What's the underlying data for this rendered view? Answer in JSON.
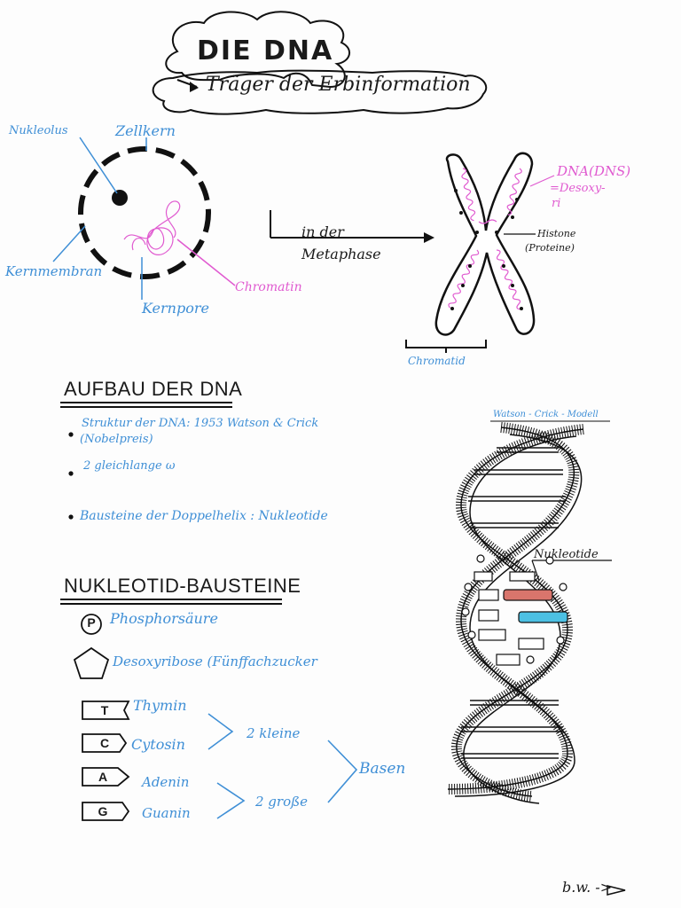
{
  "header": {
    "title": "DIE DNA",
    "subtitle": "Träger der Erbinformation"
  },
  "cell": {
    "nukleolus": "Nukleolus",
    "zellkern": "Zellkern",
    "kernmembran": "Kernmembran",
    "kernpore": "Kernpore",
    "chromatin": "Chromatin"
  },
  "arrow": {
    "line1": "in der",
    "line2": "Metaphase"
  },
  "chromosome": {
    "dna_label": "DNA(DNS)",
    "dna_sub1": "=Desoxy-",
    "dna_sub2": "ri",
    "histone": "Histone",
    "proteine": "(Proteine)",
    "chromatid": "Chromatid"
  },
  "aufbau": {
    "heading": "AUFBAU DER DNA",
    "bullets": [
      "Struktur der DNA: 1953 Watson & Crick",
      "(Nobelpreis)",
      "2 gleichlange  ω",
      "Bausteine der Doppelhelix : Nukleotide"
    ]
  },
  "model": {
    "label": "Watson - Crick - Modell",
    "nukleotide": "Nukleotide"
  },
  "bausteine": {
    "heading": "NUKLEOTID-BAUSTEINE",
    "phosphor_symbol": "P",
    "phosphor": "Phosphorsäure",
    "desoxy": "Desoxyribose (Fünffachzucker",
    "bases": [
      {
        "letter": "T",
        "name": "Thymin"
      },
      {
        "letter": "C",
        "name": "Cytosin"
      },
      {
        "letter": "A",
        "name": "Adenin"
      },
      {
        "letter": "G",
        "name": "Guanin"
      }
    ],
    "kleine": "2 kleine",
    "grosse": "2 große",
    "basen": "Basen"
  },
  "footer": {
    "note": "b.w. ->"
  }
}
